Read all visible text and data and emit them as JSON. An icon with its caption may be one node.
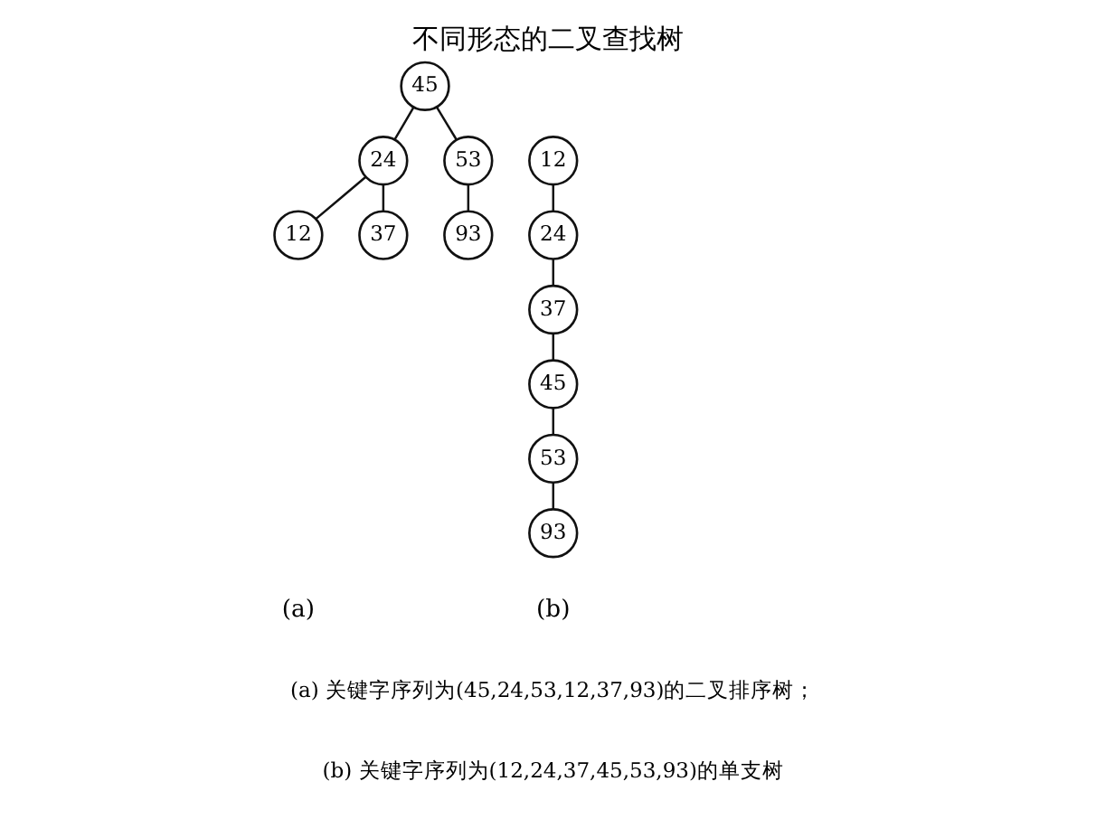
{
  "diagram": {
    "title": "不同形态的二叉查找树",
    "nodes": [
      {
        "text": [
          "45"
        ]
      },
      {
        "text": [
          "24"
        ]
      },
      {
        "text": [
          "53"
        ]
      },
      {
        "text": [
          "12"
        ]
      },
      {
        "text": [
          "37"
        ]
      },
      {
        "text": [
          "93"
        ]
      },
      {
        "text": [
          "12"
        ]
      },
      {
        "text": [
          "24"
        ]
      },
      {
        "text": [
          "37"
        ]
      },
      {
        "text": [
          "45"
        ]
      },
      {
        "text": [
          "53"
        ]
      },
      {
        "text": [
          "93"
        ]
      }
    ],
    "edges": [
      {
        "from": 0,
        "to": 1,
        "arrow": "none"
      },
      {
        "from": 0,
        "to": 2,
        "arrow": "none"
      },
      {
        "from": 1,
        "to": 3,
        "arrow": "none"
      },
      {
        "from": 1,
        "to": 4,
        "arrow": "none"
      },
      {
        "from": 2,
        "to": 5,
        "arrow": "none"
      },
      {
        "from": 6,
        "to": 7,
        "arrow": "none"
      },
      {
        "from": 7,
        "to": 8,
        "arrow": "none"
      },
      {
        "from": 8,
        "to": 9,
        "arrow": "none"
      },
      {
        "from": 9,
        "to": 10,
        "arrow": "none"
      },
      {
        "from": 10,
        "to": 11,
        "arrow": "none"
      }
    ],
    "labels": [
      "(a)",
      "(b)",
      "(a) 关键字序列为(45,24,53,12,37,93)的二叉排序树；",
      "(b) 关键字序列为(12,24,37,45,53,93)的单支树"
    ]
  }
}
